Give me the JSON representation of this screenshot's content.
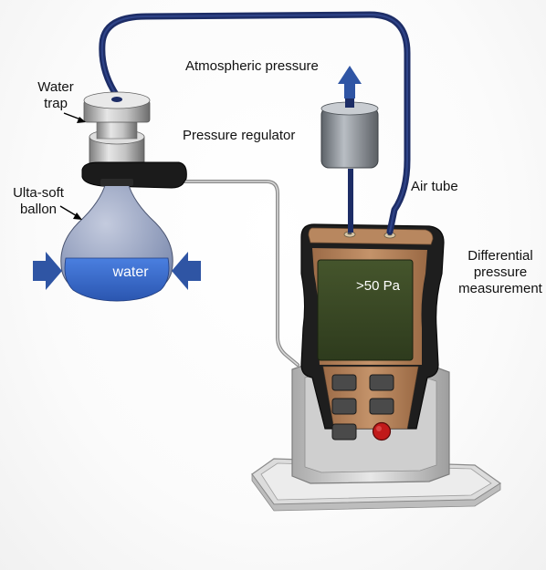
{
  "labels": {
    "water_trap": [
      "Water",
      "trap"
    ],
    "balloon": [
      "Ulta-soft",
      "ballon"
    ],
    "atmospheric": "Atmospheric pressure",
    "regulator": "Pressure regulator",
    "air_tube": "Air tube",
    "differential": [
      "Differential",
      "pressure",
      "measurement"
    ],
    "water": "water",
    "display_reading": ">50 Pa"
  },
  "colors": {
    "tube": "#1d2d66",
    "arrow": "#2f55a4",
    "water": "#3a6fd0",
    "balloon": "#8e9cbe",
    "device_body": "#1e1e1e",
    "device_face": "#b07f58",
    "screen": "#3a4a26",
    "red_button": "#c11a1a"
  },
  "icons": {
    "atmosphere_arrow": "up-arrow-icon",
    "squeeze_arrows": "right-arrow-icon"
  }
}
